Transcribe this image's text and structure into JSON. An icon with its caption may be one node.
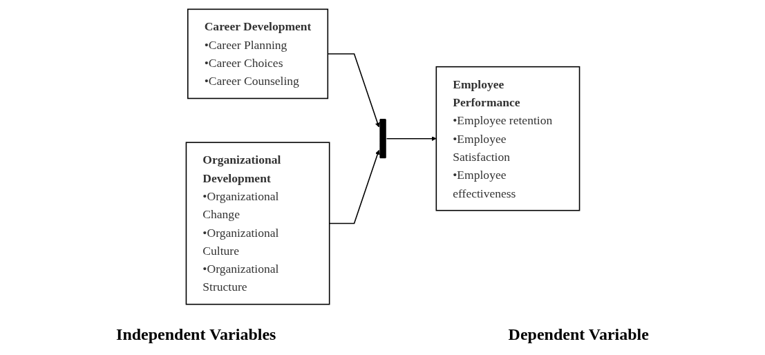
{
  "diagram": {
    "nodes": [
      {
        "text": [
          "Career Development",
          "•Career Planning",
          "•Career Choices",
          "•Career Counseling"
        ]
      },
      {
        "text": [
          "Organizational Development",
          "•Organizational Change",
          "•Organizational Culture",
          "•Organizational Structure"
        ]
      },
      {
        "text": [],
        "shape": "bar"
      },
      {
        "text": [
          "Employee Performance",
          "•Employee retention",
          "•Employee Satisfaction",
          "•Employee effectiveness"
        ]
      }
    ],
    "edges": [
      {
        "from": 0,
        "to": 2,
        "arrow": "to"
      },
      {
        "from": 1,
        "to": 2,
        "arrow": "to"
      },
      {
        "from": 2,
        "to": 3,
        "arrow": "to"
      }
    ],
    "labels": [
      "Independent Variables",
      "Dependent Variable"
    ]
  }
}
